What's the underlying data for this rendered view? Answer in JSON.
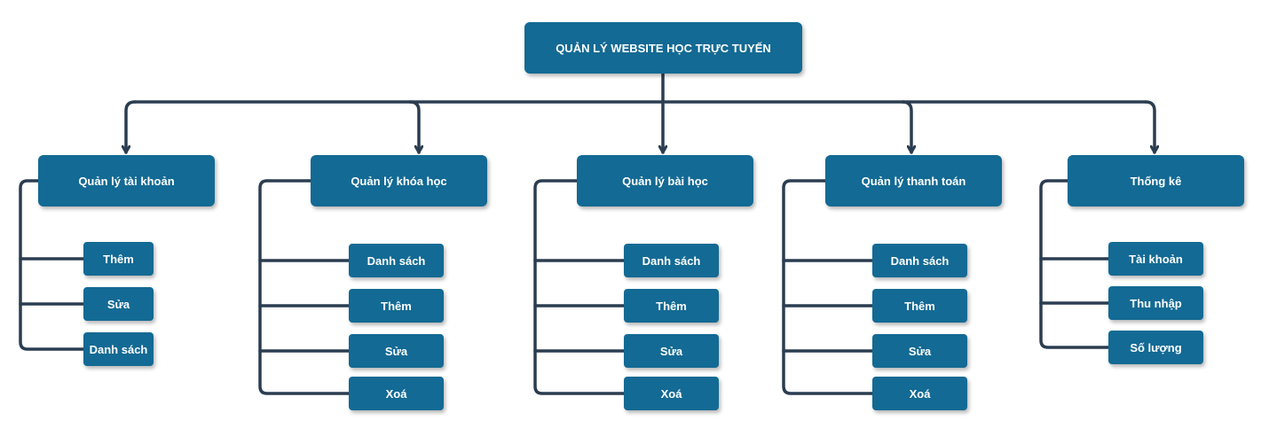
{
  "diagram": {
    "root": "QUẢN LÝ WEBSITE HỌC TRỰC TUYẾN",
    "categories": [
      {
        "label": "Quản lý tài khoản",
        "items": [
          "Thêm",
          "Sửa",
          "Danh sách"
        ]
      },
      {
        "label": "Quản lý khóa học",
        "items": [
          "Danh sách",
          "Thêm",
          "Sửa",
          "Xoá"
        ]
      },
      {
        "label": "Quản lý bài học",
        "items": [
          "Danh sách",
          "Thêm",
          "Sửa",
          "Xoá"
        ]
      },
      {
        "label": "Quản lý thanh toán",
        "items": [
          "Danh sách",
          "Thêm",
          "Sửa",
          "Xoá"
        ]
      },
      {
        "label": "Thống kê",
        "items": [
          "Tài khoản",
          "Thu nhập",
          "Số lượng"
        ]
      }
    ]
  },
  "colors": {
    "node_fill": "#136a94",
    "node_text": "#ffffff",
    "connector": "#2b3d50"
  }
}
